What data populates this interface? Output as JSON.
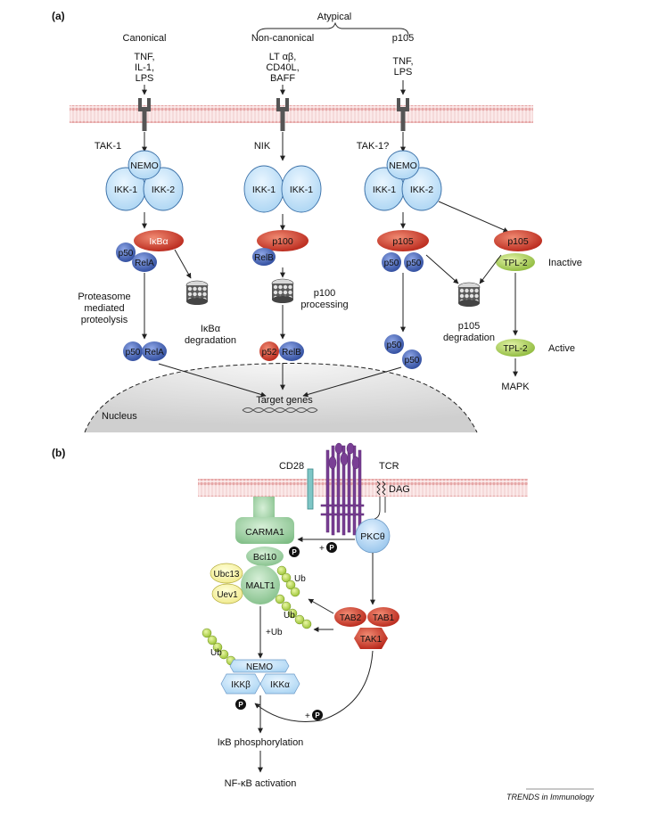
{
  "panel_a": {
    "label": "(a)",
    "atypical": "Atypical",
    "pathways": {
      "canonical": {
        "title": "Canonical",
        "stimuli": [
          "TNF,",
          "IL-1,",
          "LPS"
        ],
        "kinase": "TAK-1"
      },
      "noncanonical": {
        "title": "Non-canonical",
        "stimuli": [
          "LT αβ,",
          "CD40L,",
          "BAFF"
        ],
        "kinase": "NIK"
      },
      "p105": {
        "title": "p105",
        "stimuli": [
          "TNF,",
          "LPS"
        ],
        "kinase": "TAK-1?"
      }
    },
    "complex": {
      "nemo": "NEMO",
      "ikk1": "IKK-1",
      "ikk2": "IKK-2"
    },
    "molecules": {
      "ikba": "IκBα",
      "p50": "p50",
      "rela": "RelA",
      "p100": "p100",
      "relb": "RelB",
      "p52": "p52",
      "p105": "p105",
      "tpl2": "TPL-2"
    },
    "annotations": {
      "proteasome": [
        "Proteasome",
        "mediated",
        "proteolysis"
      ],
      "ikba_degradation": [
        "IκBα",
        "degradation"
      ],
      "p100_processing": [
        "p100",
        "processing"
      ],
      "p105_degradation": [
        "p105",
        "degradation"
      ],
      "inactive": "Inactive",
      "active": "Active",
      "mapk": "MAPK",
      "target_genes": "Target genes",
      "nucleus": "Nucleus"
    }
  },
  "panel_b": {
    "label": "(b)",
    "cd28": "CD28",
    "tcr": "TCR",
    "dag": "DAG",
    "carma1": "CARMA1",
    "bcl10": "Bcl10",
    "malt1": "MALT1",
    "ubc13": "Ubc13",
    "uev1": "Uev1",
    "ub": "Ub",
    "pkc": "PKCθ",
    "tab2": "TAB2",
    "tab1": "TAB1",
    "tak1": "TAK1",
    "plus_p": "+",
    "p": "P",
    "plus_ub": "+Ub",
    "nemo": "NEMO",
    "ikkb": "IKKβ",
    "ikka": "IKKα",
    "ikb_phos": "IκB phosphorylation",
    "nfkb": "NF-κB activation"
  },
  "footer": "TRENDS in Immunology",
  "colors": {
    "red": "#c8382a",
    "blue": "#3f5fb2",
    "lightblue": "#b9dcf4",
    "green": "#a4cb4e",
    "mint": "#8fc795",
    "membrane": "#f0c4c4"
  }
}
